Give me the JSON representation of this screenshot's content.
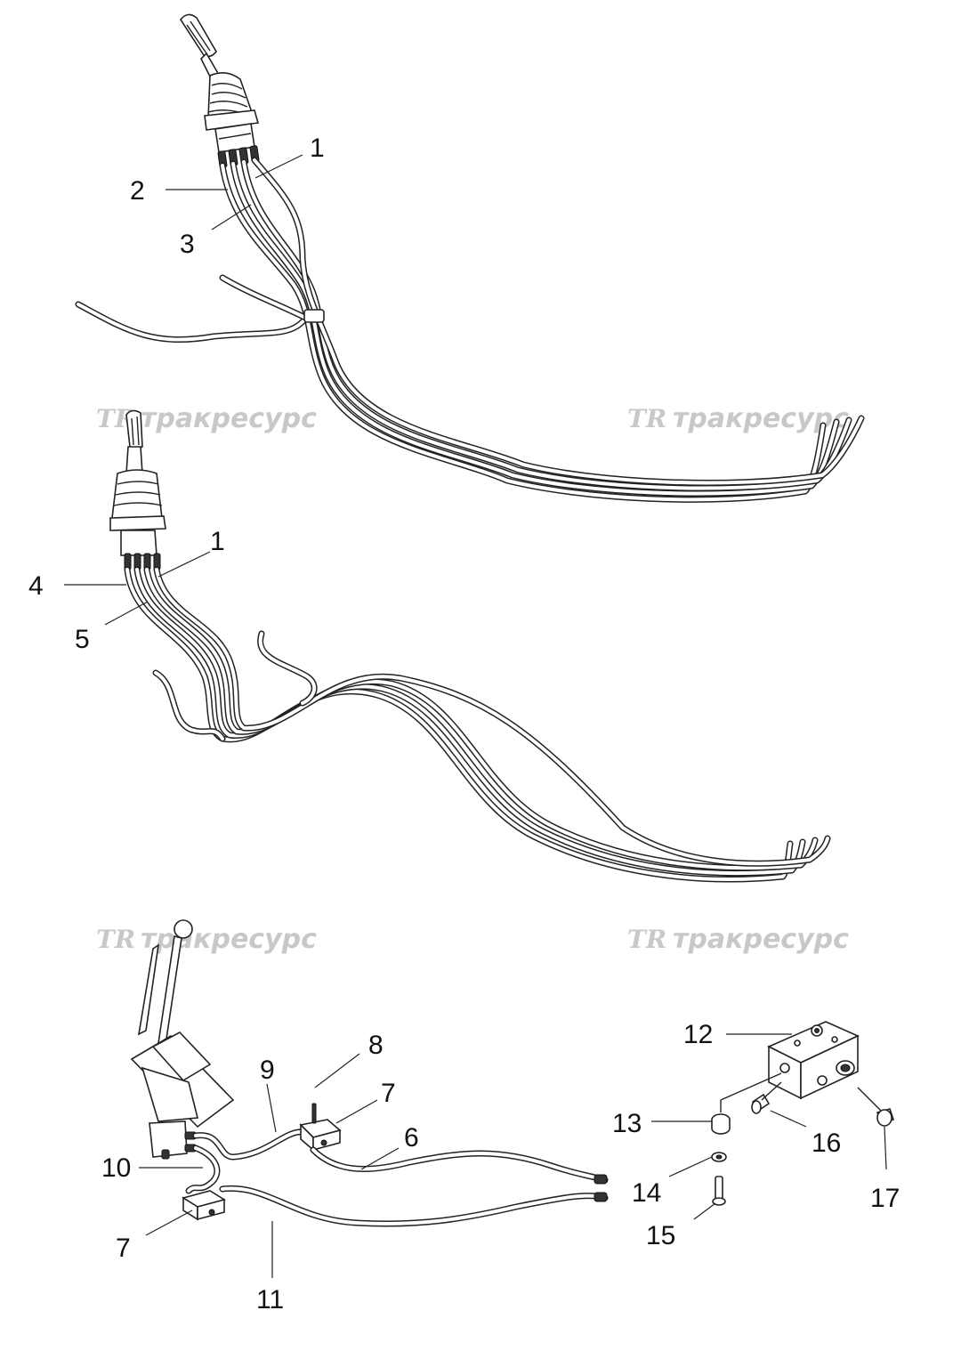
{
  "watermark": {
    "logo": "TR",
    "text": "тракресурс"
  },
  "callouts": {
    "top_1": "1",
    "top_2": "2",
    "top_3": "3",
    "mid_1": "1",
    "mid_4": "4",
    "mid_5": "5",
    "bot_6": "6",
    "bot_7a": "7",
    "bot_7b": "7",
    "bot_8": "8",
    "bot_9": "9",
    "bot_10": "10",
    "bot_11": "11",
    "bot_12": "12",
    "bot_13": "13",
    "bot_14": "14",
    "bot_15": "15",
    "bot_16": "16",
    "bot_17": "17"
  }
}
